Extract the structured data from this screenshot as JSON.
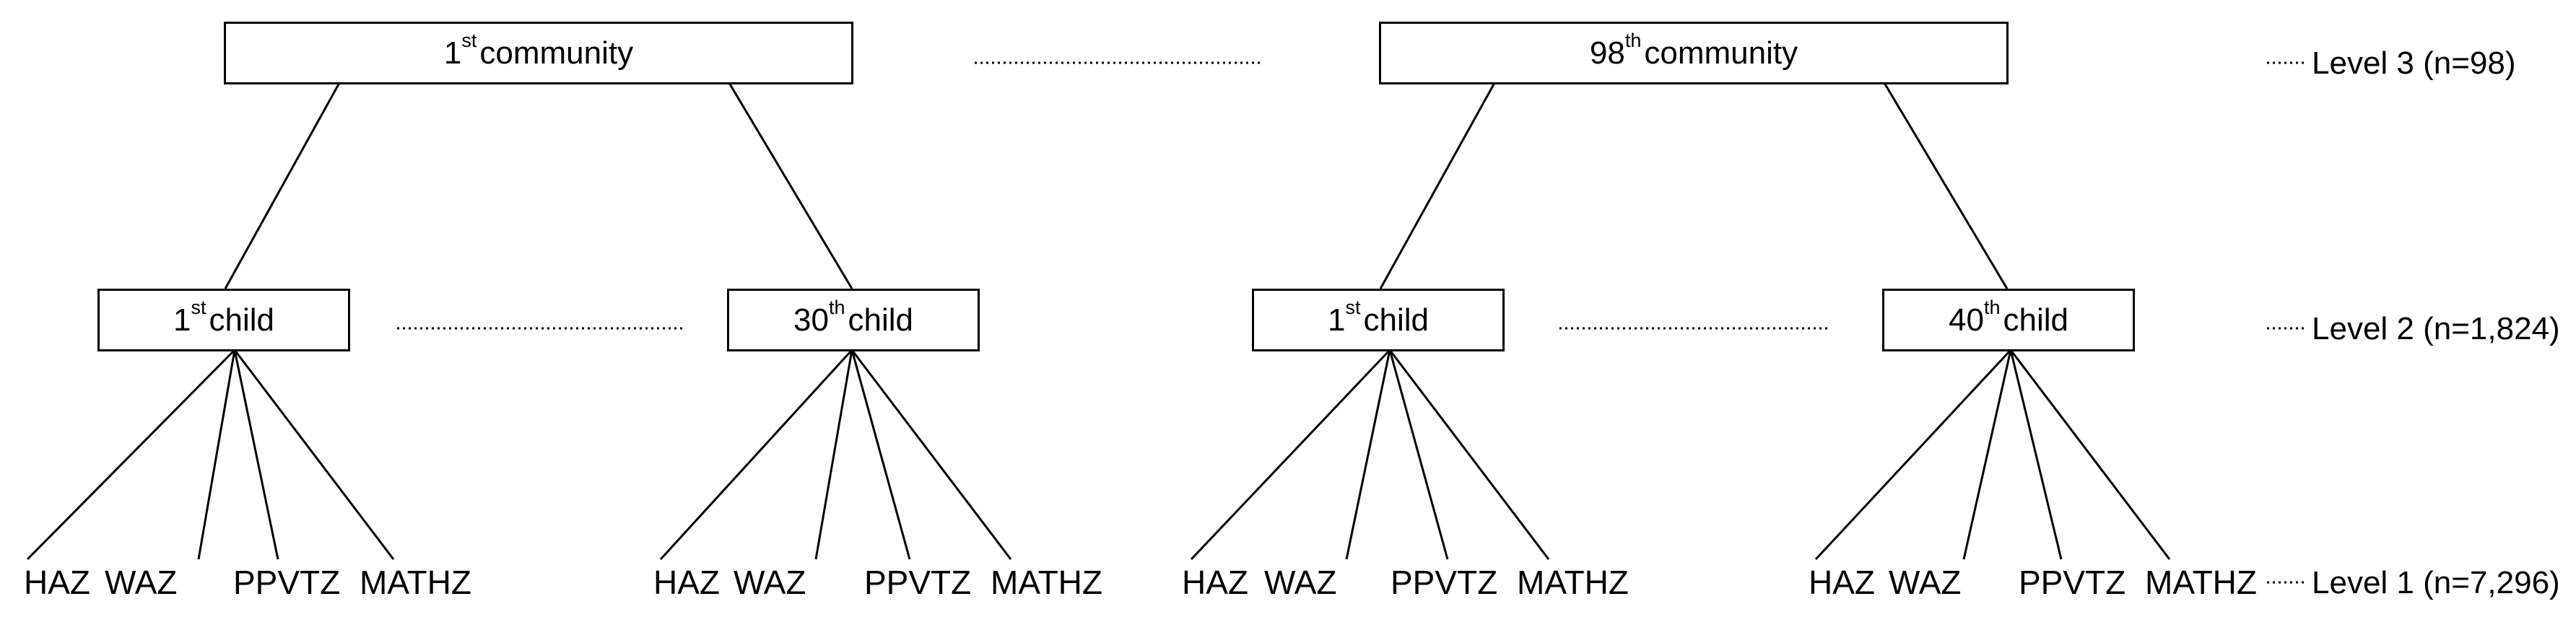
{
  "communities": [
    {
      "num": "1",
      "sup": "st",
      "label": "community",
      "children": [
        {
          "num": "1",
          "sup": "st",
          "label": "child",
          "outcomes": [
            "HAZ",
            "WAZ",
            "PPVTZ",
            "MATHZ"
          ]
        },
        {
          "num": "30",
          "sup": "th",
          "label": "child",
          "outcomes": [
            "HAZ",
            "WAZ",
            "PPVTZ",
            "MATHZ"
          ]
        }
      ]
    },
    {
      "num": "98",
      "sup": "th",
      "label": "community",
      "children": [
        {
          "num": "1",
          "sup": "st",
          "label": "child",
          "outcomes": [
            "HAZ",
            "WAZ",
            "PPVTZ",
            "MATHZ"
          ]
        },
        {
          "num": "40",
          "sup": "th",
          "label": "child",
          "outcomes": [
            "HAZ",
            "WAZ",
            "PPVTZ",
            "MATHZ"
          ]
        }
      ]
    }
  ],
  "levels": [
    {
      "text": "Level 3 (n=98)"
    },
    {
      "text": "Level 2 (n=1,824)"
    },
    {
      "text": "Level 1 (n=7,296)"
    }
  ],
  "line_color": "#000000"
}
